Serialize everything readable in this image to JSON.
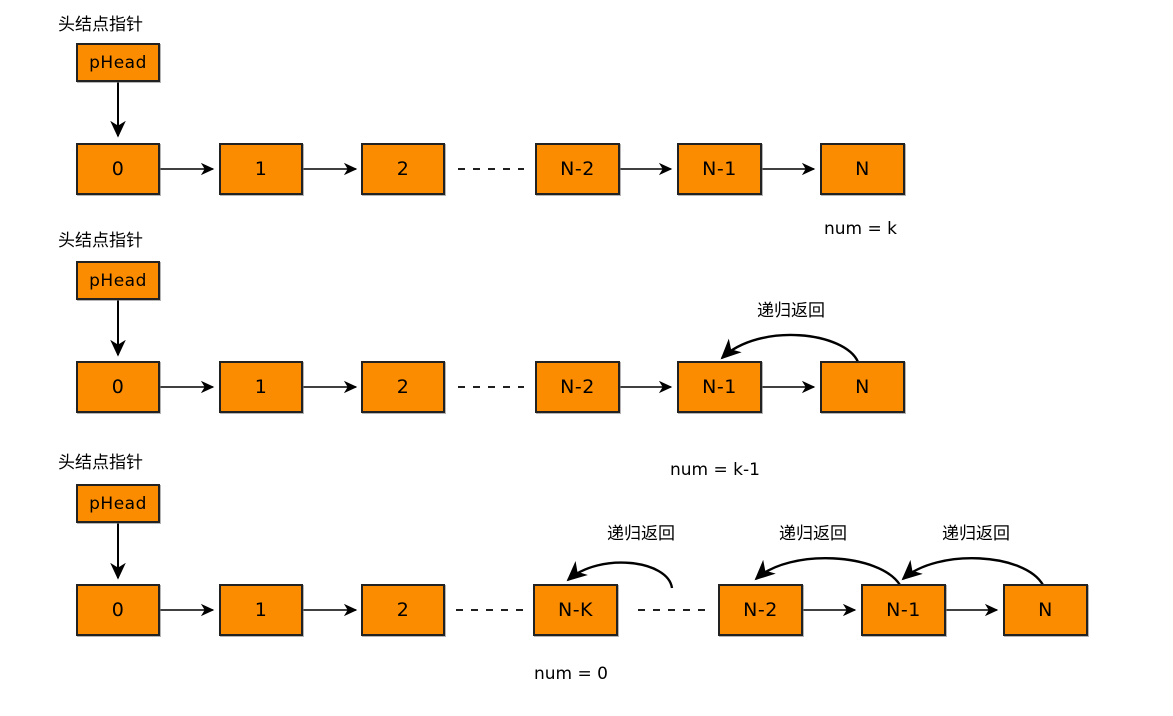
{
  "diagram": {
    "title_text": "头结点指针",
    "head_label": "pHead",
    "recursion_label": "递归返回",
    "colors": {
      "node_fill": "#FB8C00",
      "node_border": "#222222",
      "arrow": "#000000",
      "text": "#000000",
      "background": "#FFFFFF"
    },
    "rows": [
      {
        "id": "row-1",
        "head_caption": "头结点指针",
        "head_box": "pHead",
        "nodes": [
          "0",
          "1",
          "2",
          "N-2",
          "N-1",
          "N"
        ],
        "status": "num = k",
        "recursion_arrows": []
      },
      {
        "id": "row-2",
        "head_caption": "头结点指针",
        "head_box": "pHead",
        "nodes": [
          "0",
          "1",
          "2",
          "N-2",
          "N-1",
          "N"
        ],
        "status": "num = k-1",
        "recursion_arrows": [
          "递归返回"
        ]
      },
      {
        "id": "row-3",
        "head_caption": "头结点指针",
        "head_box": "pHead",
        "nodes": [
          "0",
          "1",
          "2",
          "N-K",
          "N-2",
          "N-1",
          "N"
        ],
        "status": "num = 0",
        "recursion_arrows": [
          "递归返回",
          "递归返回",
          "递归返回"
        ]
      }
    ]
  }
}
